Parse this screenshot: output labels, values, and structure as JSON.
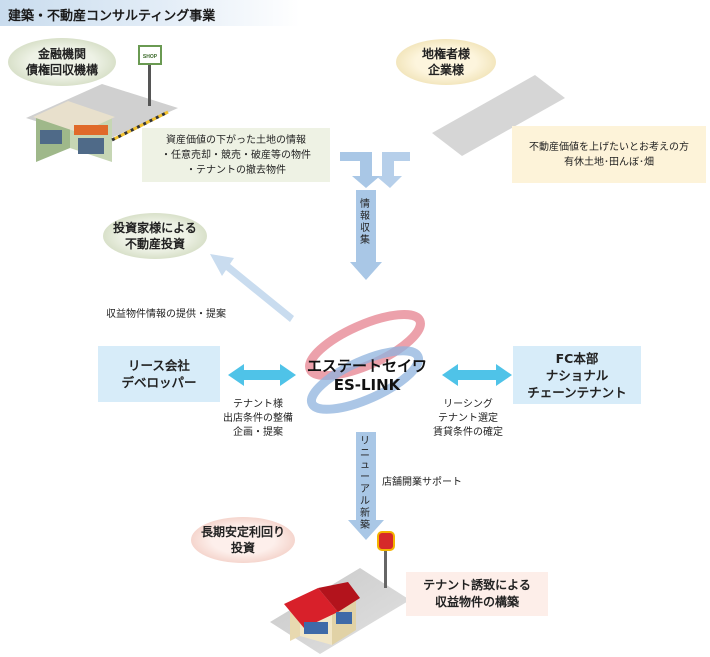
{
  "page_title": "建築・不動産コンサルティング事業",
  "ovals": {
    "financial": [
      "金融機関",
      "債権回収機構"
    ],
    "landowner": [
      "地権者様",
      "企業様"
    ],
    "investor": [
      "投資家様による",
      "不動産投資"
    ],
    "long_term": [
      "長期安定利回り",
      "投資"
    ]
  },
  "boxes": {
    "asset_info": [
      "資産価値の下がった土地の情報",
      "・任意売却・競売・破産等の物件",
      "・テナントの撤去物件"
    ],
    "land_value": [
      "不動産価値を上げたいとお考えの方",
      "有休土地･田んぼ･畑"
    ],
    "lease": [
      "リース会社",
      "デベロッパー"
    ],
    "fc": [
      "FC本部",
      "ナショナル",
      "チェーンテナント"
    ],
    "tenant_attract": [
      "テナント誘致による",
      "収益物件の構築"
    ]
  },
  "center": {
    "name": "エステートセイワ",
    "brand": "ES-LINK"
  },
  "labels": {
    "info_collect": "情報収集",
    "profit_info": "収益物件情報の提供・提案",
    "tenant_left": [
      "テナント様",
      "出店条件の整備",
      "企画・提案"
    ],
    "leasing_right": [
      "リーシング",
      "テナント選定",
      "賃貸条件の確定"
    ],
    "renewal": "リニューアル新築",
    "store_support": "店舗開業サポート",
    "shop_sign": "SHOP"
  },
  "colors": {
    "arrow_blue": "#a9c7e6",
    "arrow_cyan": "#4fc3e8",
    "box_blue": "#d7ecf9",
    "box_cream": "#fdf3d9",
    "box_green": "#eef2e4",
    "box_pink": "#fdeee9"
  }
}
